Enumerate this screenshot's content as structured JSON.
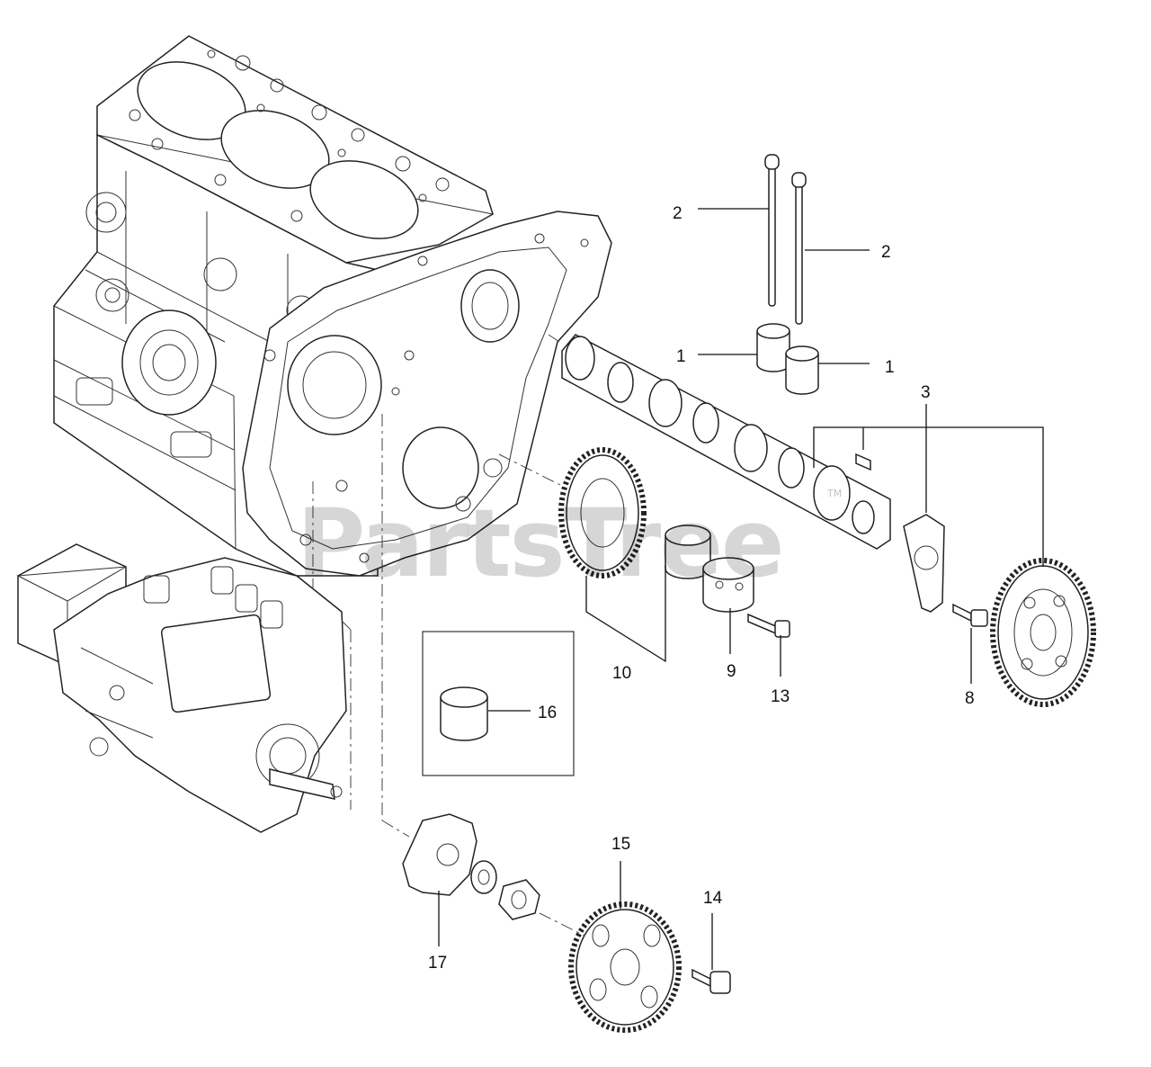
{
  "diagram": {
    "watermark": "PartsTree",
    "watermark_tm": "TM",
    "callouts": {
      "c1a": "1",
      "c1b": "1",
      "c2a": "2",
      "c2b": "2",
      "c3": "3",
      "c8": "8",
      "c9": "9",
      "c10": "10",
      "c13": "13",
      "c14": "14",
      "c15": "15",
      "c16": "16",
      "c17": "17"
    },
    "inset_box": {
      "part": "16"
    }
  }
}
